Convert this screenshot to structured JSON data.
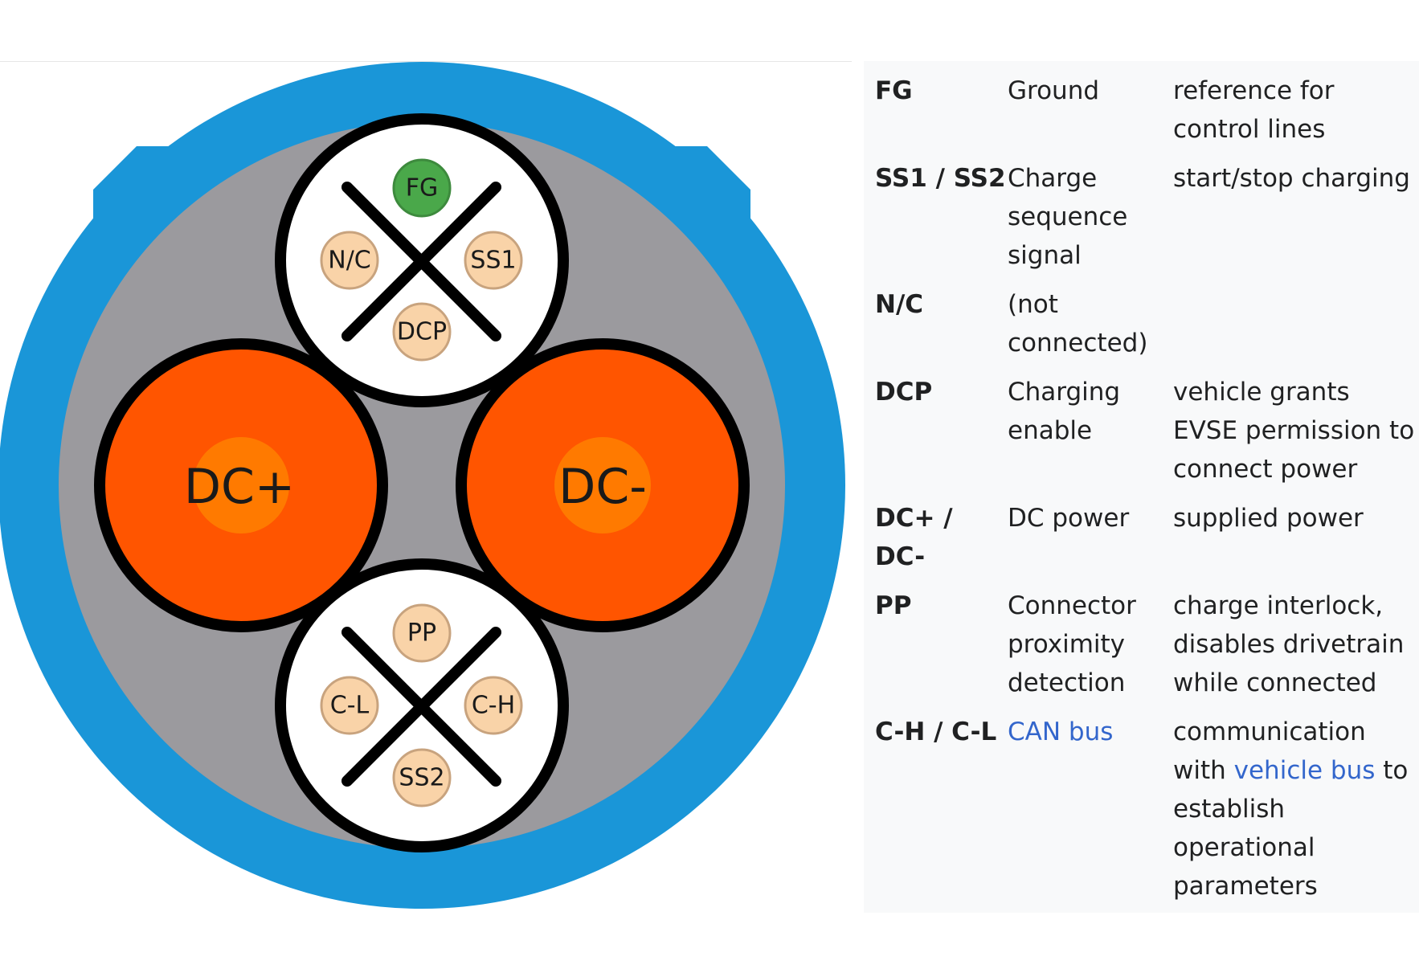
{
  "diagram": {
    "pins": {
      "fg": "FG",
      "nc": "N/C",
      "ss1": "SS1",
      "dcp": "DCP",
      "pp": "PP",
      "cl": "C-L",
      "ch": "C-H",
      "ss2": "SS2",
      "dc_plus": "DC+",
      "dc_minus": "DC-"
    },
    "colors": {
      "outer_ring": "#1a96d8",
      "body": "#9b9a9e",
      "power_pin": "#ff5500",
      "power_pin_center": "#ff7a00",
      "signal_pin": "#f9d3a8",
      "ground_pin": "#4aa84a",
      "socket": "#ffffff",
      "outline": "#000000"
    }
  },
  "legend": {
    "rows": [
      {
        "signal": "FG",
        "name": "Ground",
        "description": "reference for control lines"
      },
      {
        "signal": "SS1 / SS2",
        "name": "Charge sequence signal",
        "description": "start/stop charging"
      },
      {
        "signal": "N/C",
        "name": "(not connected)",
        "description": ""
      },
      {
        "signal": "DCP",
        "name": "Charging enable",
        "description": "vehicle grants EVSE permission to connect power"
      },
      {
        "signal": "DC+ / DC-",
        "name": "DC power",
        "description": "supplied power"
      },
      {
        "signal": "PP",
        "name": "Connector proximity detection",
        "description": "charge interlock, disables drivetrain while connected"
      },
      {
        "signal": "C-H / C-L",
        "name": "CAN bus",
        "description_before": "communication with",
        "description_link": "vehicle bus",
        "description_after": "to establish operational parameters"
      }
    ],
    "link_color": "#3366cc"
  }
}
